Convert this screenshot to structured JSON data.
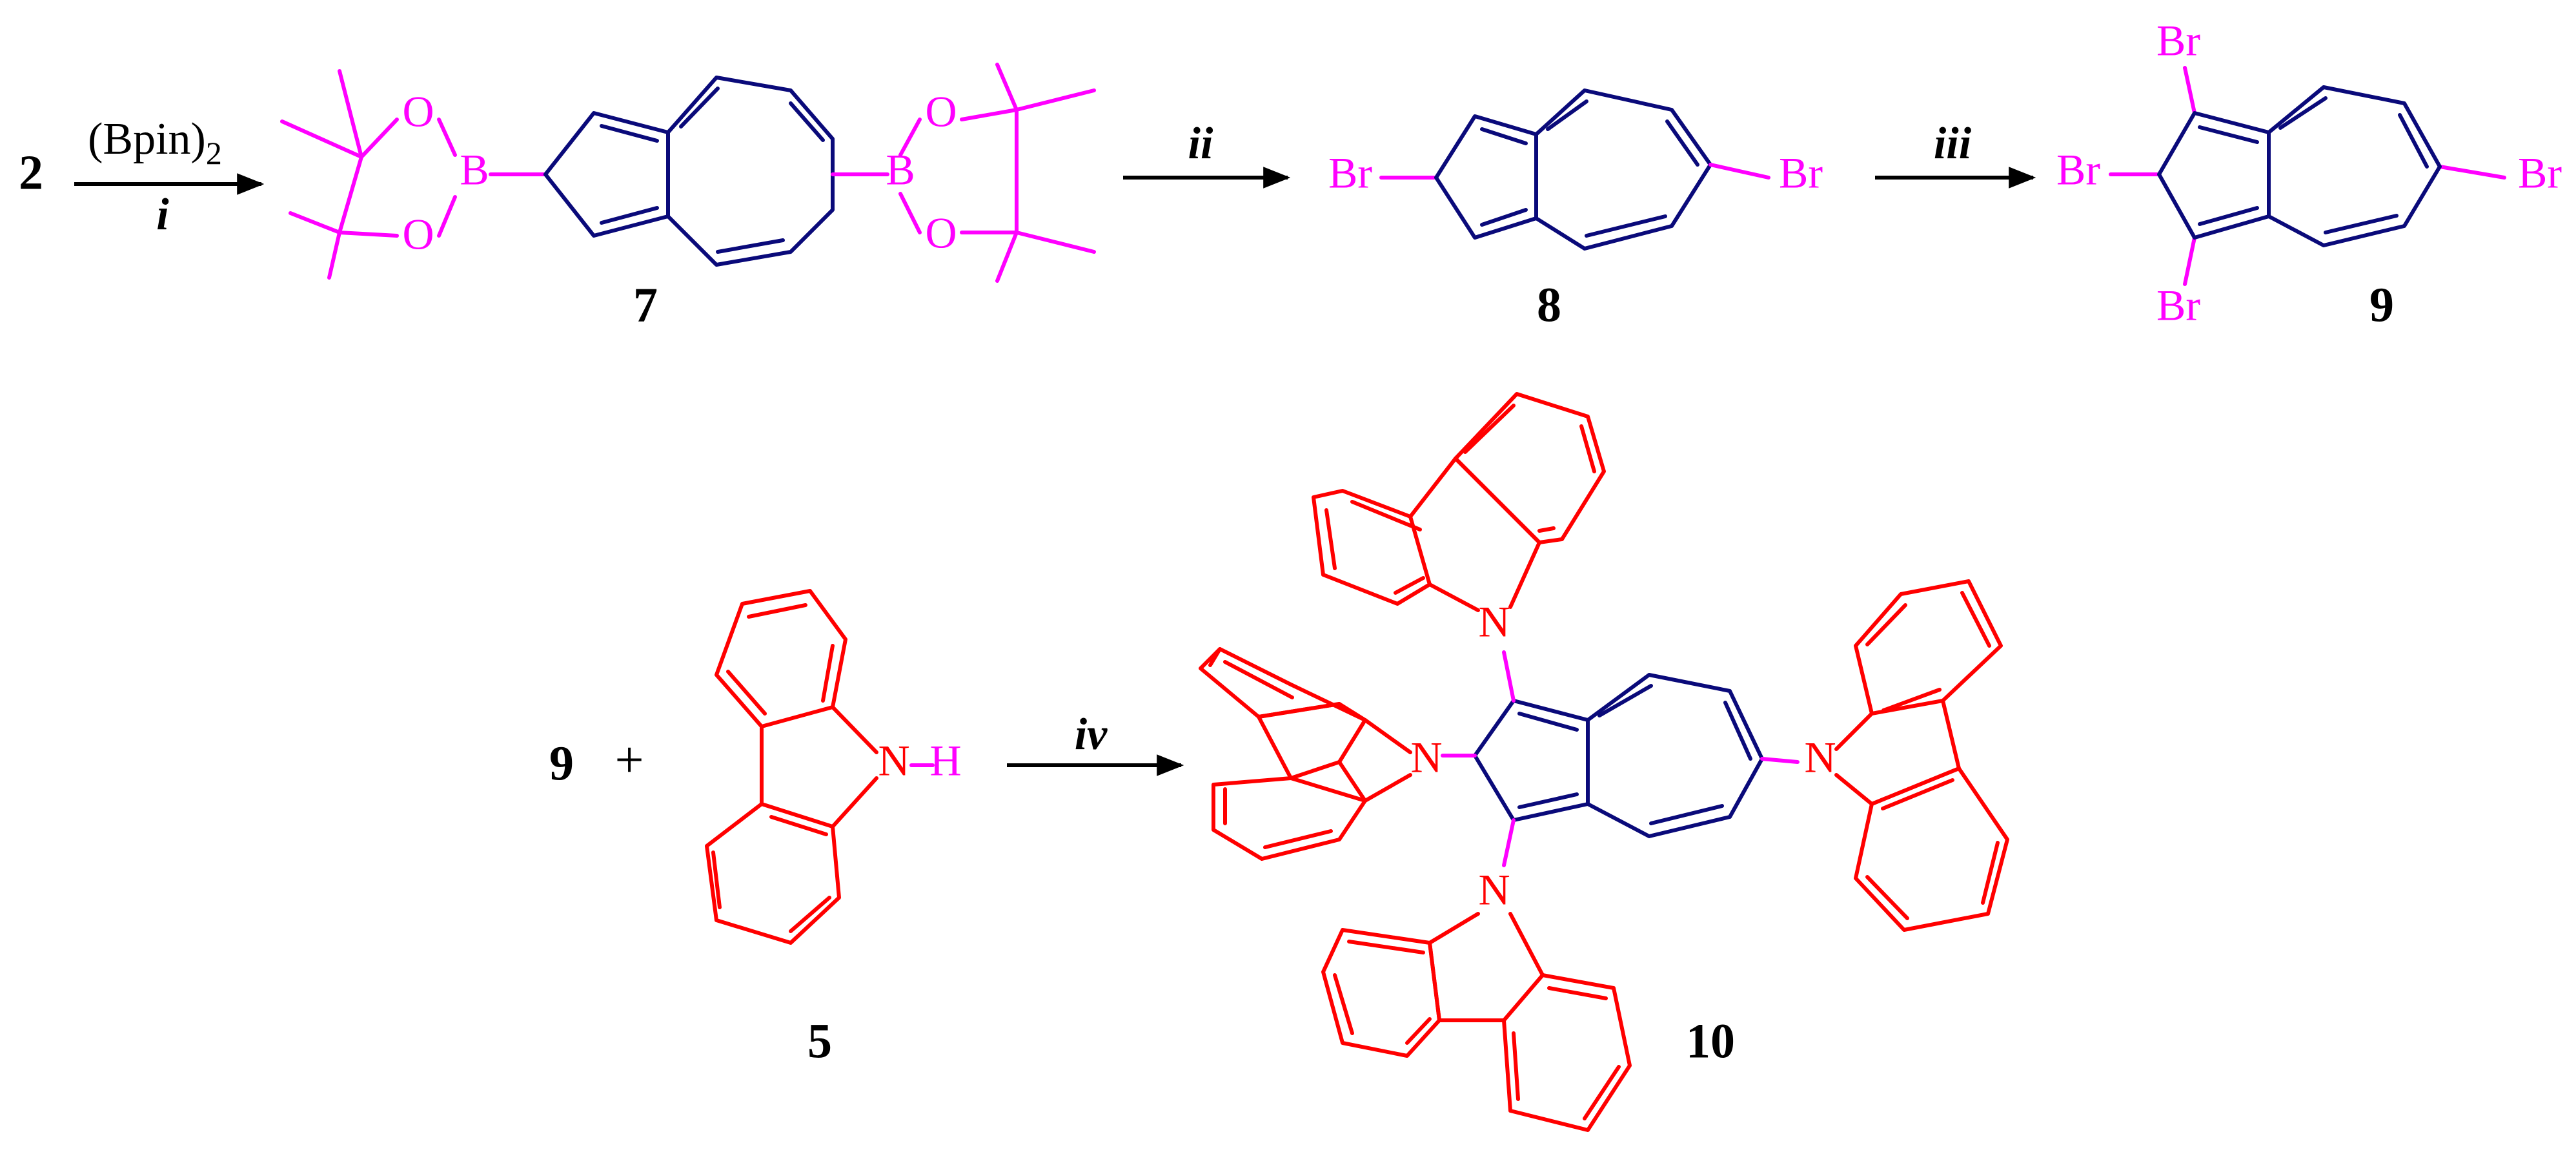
{
  "compounds": {
    "start": "2",
    "boronate": "7",
    "dibromide": "8",
    "tetrabromide": "9",
    "carbazole": "5",
    "product": "10",
    "reactant_second_row": "9"
  },
  "steps": {
    "i": {
      "reagent": "(Bpin)",
      "reagent_subscript": "2",
      "label": "i"
    },
    "ii": {
      "label": "ii"
    },
    "iii": {
      "label": "iii"
    },
    "iv": {
      "label": "iv"
    }
  },
  "atoms": {
    "oxygen": "O",
    "boron": "B",
    "bromine": "Br",
    "nitrogen": "N",
    "hydrogen": "H"
  },
  "operators": {
    "plus": "+"
  },
  "colors": {
    "azulene_scaffold": "#0a0a7a",
    "boron_bromine_groups": "#ff00ff",
    "carbazole_groups": "#ff0000",
    "text": "#000000"
  }
}
